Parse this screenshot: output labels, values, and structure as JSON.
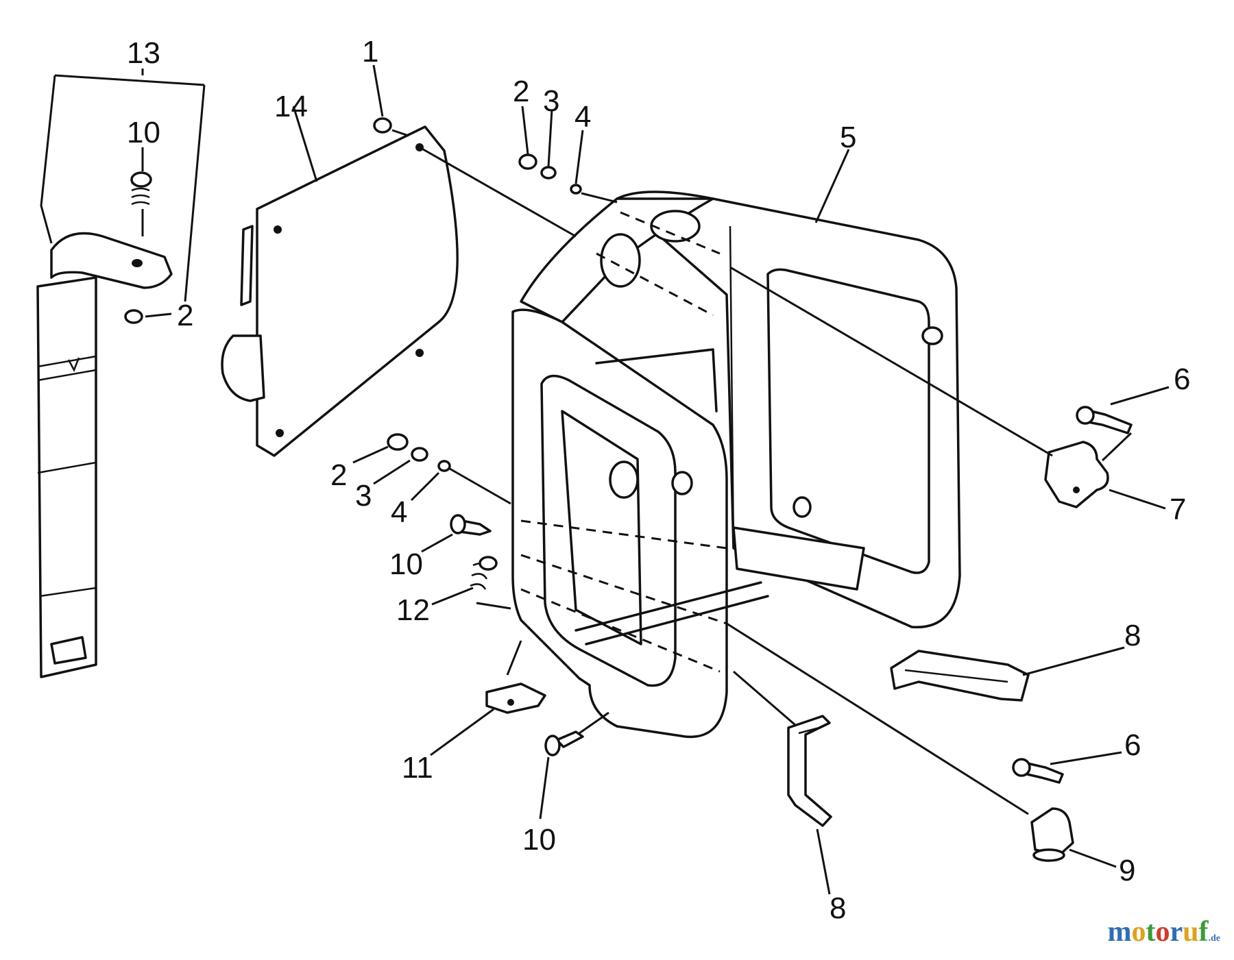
{
  "watermark": {
    "letters": [
      "m",
      "o",
      "t",
      "o",
      "r",
      "u",
      "f"
    ],
    "colors": [
      "#2f6db5",
      "#e0a21b",
      "#3a9a3a",
      "#d23b2b",
      "#2f6db5",
      "#e0a21b",
      "#3a9a3a"
    ],
    "suffix": ".de"
  },
  "callouts": {
    "c1": "1",
    "c2_top": "2",
    "c3_top": "3",
    "c4_top": "4",
    "c5": "5",
    "c6_upper": "6",
    "c7": "7",
    "c13": "13",
    "c10_top": "10",
    "c14": "14",
    "c2_left": "2",
    "c2_mid": "2",
    "c3_mid": "3",
    "c4_mid": "4",
    "c10_mid": "10",
    "c12": "12",
    "c8_right": "8",
    "c6_lower": "6",
    "c9": "9",
    "c11": "11",
    "c10_bottom": "10",
    "c8_bottom": "8"
  }
}
